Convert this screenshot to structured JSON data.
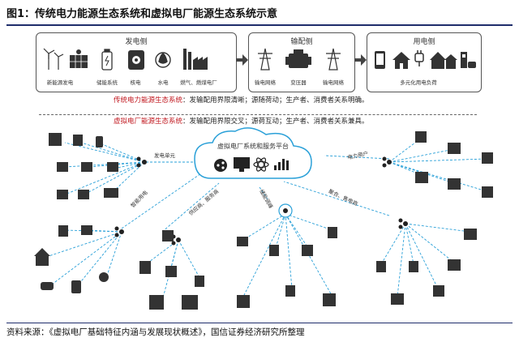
{
  "figure": {
    "title": "图1：传统电力能源生态系统和虚拟电厂能源生态系统示意"
  },
  "traditional": {
    "generation": {
      "label": "发电侧",
      "items": [
        "新能源发电",
        "储能系统",
        "核电",
        "水电",
        "燃气、燃煤电厂"
      ]
    },
    "transmission": {
      "label": "输配侧",
      "items": [
        "输电网络",
        "变压器",
        "输电网络"
      ]
    },
    "consumption": {
      "label": "用电侧",
      "items": [
        "多元化用电负荷"
      ]
    },
    "description_prefix": "传统电力能源生态系统",
    "description_body": "：发输配用界限清晰；源随荷动；生产者、消费者关系明确。"
  },
  "virtual": {
    "description_prefix": "虚拟电厂能源生态系统",
    "description_body": "：发输配用界限交叉；源荷互动；生产者、消费者关系兼具。",
    "platform_label": "虚拟电厂系统和服务平台",
    "links": {
      "generation_unit": "发电单元",
      "smart_usage": "智能用电",
      "supply_service": "供应商、服务商",
      "energy_storage": "储能调峰",
      "aggregator": "聚合、售电商",
      "power_user": "电力用户"
    }
  },
  "footer": {
    "source": "资料来源：《虚拟电厂基础特征内涵与发展现状概述》，国信证券经济研究所整理"
  },
  "colors": {
    "accent": "#c0161d",
    "navy": "#1f2d6b",
    "link": "#2aa0d8",
    "icon": "#333333"
  }
}
